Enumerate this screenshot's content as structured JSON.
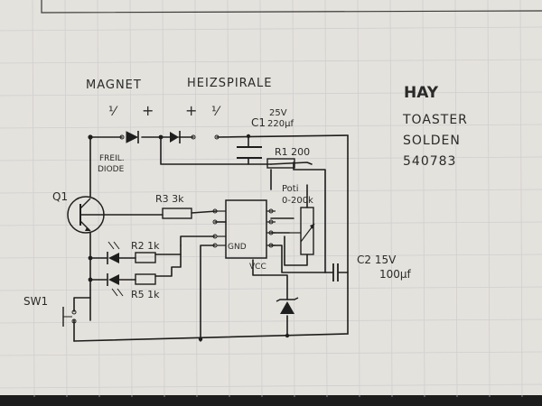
{
  "header": {
    "magnet": "MAGNET",
    "heizspirale": "HEIZSPIRALE",
    "minus_left": "⅟",
    "plus_left": "+",
    "plus_right": "+",
    "minus_right": "⅟"
  },
  "notes": {
    "line1": "HAY",
    "line2": "TOASTER",
    "line3": "SOLDEN",
    "line4": "540783"
  },
  "components": {
    "c1_label": "C1",
    "c1_value_a": "25V",
    "c1_value_b": "220μf",
    "r1_label": "R1 200",
    "r3_label": "R3 3k",
    "r2_label": "R2 1k",
    "r5_label": "R5 1k",
    "poti_label": "Poti",
    "poti_value": "0-200k",
    "q1_label": "Q1",
    "sw1_label": "SW1",
    "freil_label": "FREIL.",
    "diode_label": "DIODE",
    "gnd_label": "GND",
    "vcc_label": "VCC",
    "c2_label": "C2 15V",
    "c2_value": "100μf"
  },
  "colors": {
    "paper": "#e4e2dc",
    "ink": "#1e1e1e",
    "grid": "#c9c8cc",
    "background": "#2b2b2b"
  }
}
